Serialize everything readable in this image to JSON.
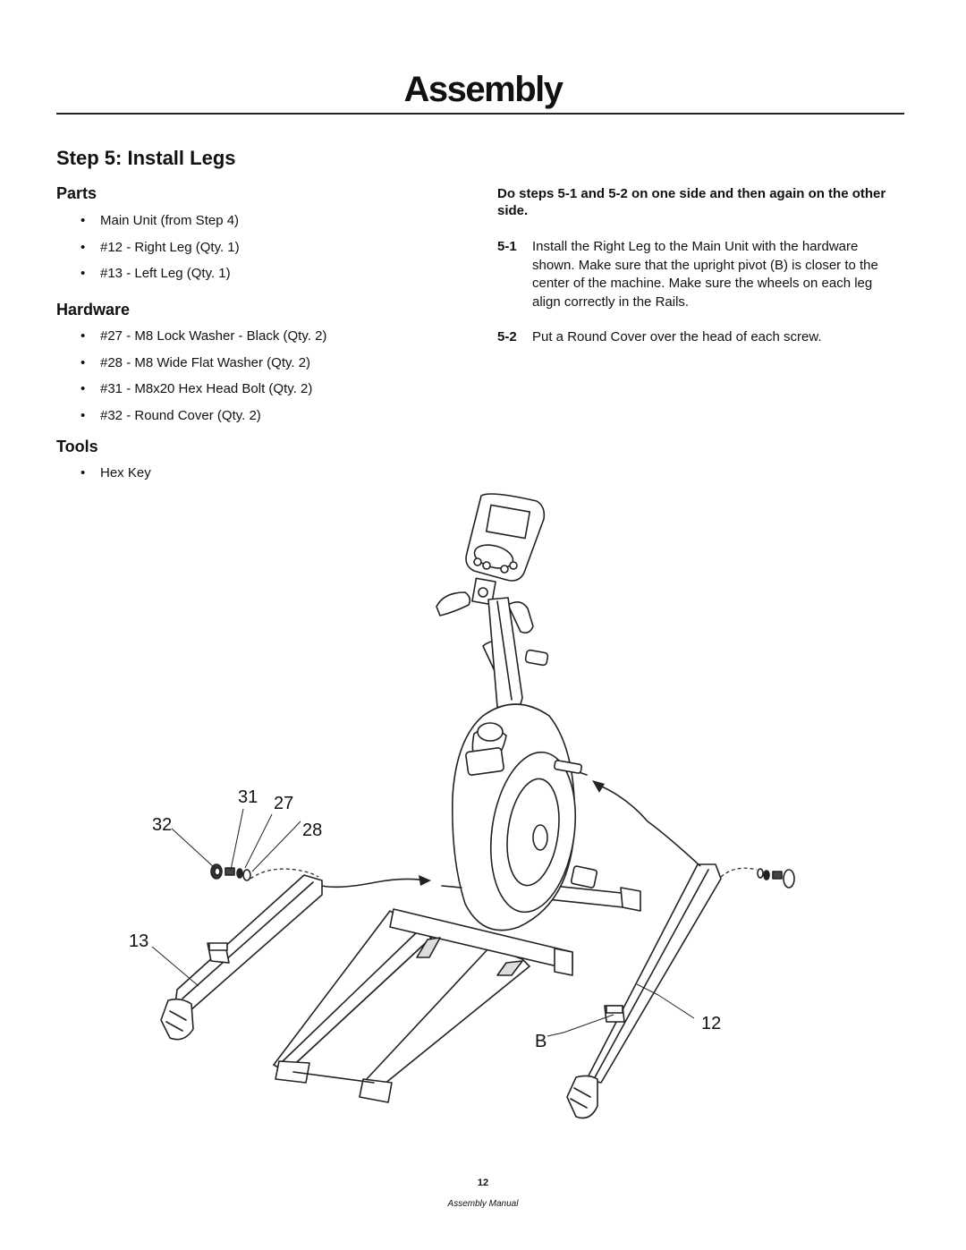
{
  "header": {
    "title": "Assembly"
  },
  "step": {
    "title": "Step 5:  Install Legs"
  },
  "parts": {
    "heading": "Parts",
    "items": [
      "Main Unit (from Step 4)",
      "#12 - Right Leg (Qty. 1)",
      "#13 - Left Leg (Qty. 1)"
    ]
  },
  "hardware": {
    "heading": "Hardware",
    "items": [
      "#27 - M8 Lock Washer - Black (Qty. 2)",
      "#28 - M8 Wide Flat Washer (Qty. 2)",
      "#31 - M8x20 Hex Head Bolt (Qty. 2)",
      "#32 - Round Cover (Qty. 2)"
    ]
  },
  "tools": {
    "heading": "Tools",
    "items": [
      "Hex Key"
    ]
  },
  "instructions": {
    "heading": "Do steps 5-1 and 5-2 on one side and then again on the other side.",
    "steps": [
      {
        "number": "5-1",
        "text": "Install the Right Leg to the Main Unit with the hardware shown. Make sure that the upright pivot (B) is closer to the center of the machine. Make sure the wheels on each leg align correctly in the Rails."
      },
      {
        "number": "5-2",
        "text": "Put a Round Cover over the head of each screw."
      }
    ]
  },
  "diagram": {
    "callouts": {
      "c31": "31",
      "c27": "27",
      "c32": "32",
      "c28": "28",
      "c13": "13",
      "cB": "B",
      "c12": "12"
    }
  },
  "footer": {
    "page_number": "12",
    "label": "Assembly Manual"
  }
}
